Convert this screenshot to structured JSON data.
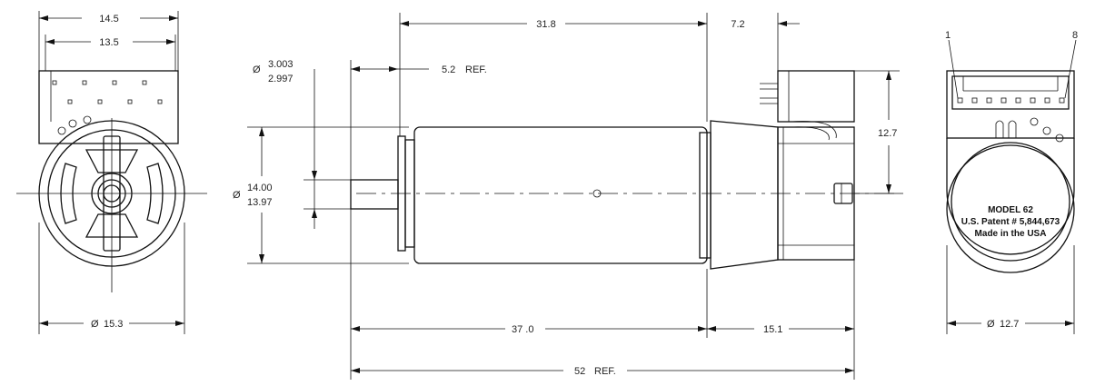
{
  "dimensions": {
    "left_width_outer": "14.5",
    "left_width_inner": "13.5",
    "left_diameter_prefix": "Ø",
    "left_diameter_value": "15.3",
    "shaft_diameter_prefix": "Ø",
    "shaft_diameter_max": "3.003",
    "shaft_diameter_min": "2.997",
    "body_diameter_prefix": "Ø",
    "body_diameter_max": "14.00",
    "body_diameter_min": "13.97",
    "body_length": "31.8",
    "connector_offset": "7.2",
    "shaft_length": "5.2",
    "shaft_length_suffix": "REF.",
    "connector_height": "12.7",
    "motor_length": "37 .0",
    "encoder_length": "15.1",
    "total_length": "52",
    "total_length_suffix": "REF.",
    "right_diameter_prefix": "Ø",
    "right_diameter_value": "12.7"
  },
  "pins": {
    "first": "1",
    "last": "8"
  },
  "label": {
    "line1": "MODEL  62",
    "line2": "U.S. Patent # 5,844,673",
    "line3": "Made in the USA"
  }
}
